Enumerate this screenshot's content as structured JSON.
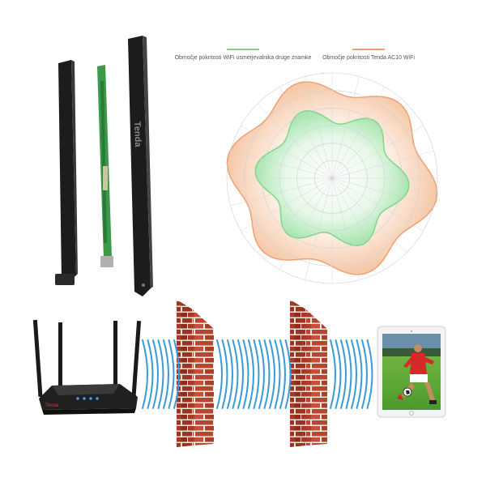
{
  "legend": {
    "competitor_label": "Območje pokritosti WiFi usmerjevalnika druge znamke",
    "competitor_color": "#7ed68a",
    "tenda_label": "Območje pokritosti Tenda AC10 WiFi",
    "tenda_color": "#f0a070"
  },
  "antenna_brand": "Tenda",
  "router_brand": "Tenda",
  "colors": {
    "wave": "#3a9ad8",
    "brick": "#b8462e",
    "mortar": "#f4ece6",
    "antenna": "#1c1c1c",
    "pcb": "#3a9a4a"
  },
  "icons": [
    "antenna-icon",
    "pcb-antenna-icon",
    "router-icon",
    "brick-wall-icon",
    "tablet-icon",
    "soccer-player-icon"
  ]
}
